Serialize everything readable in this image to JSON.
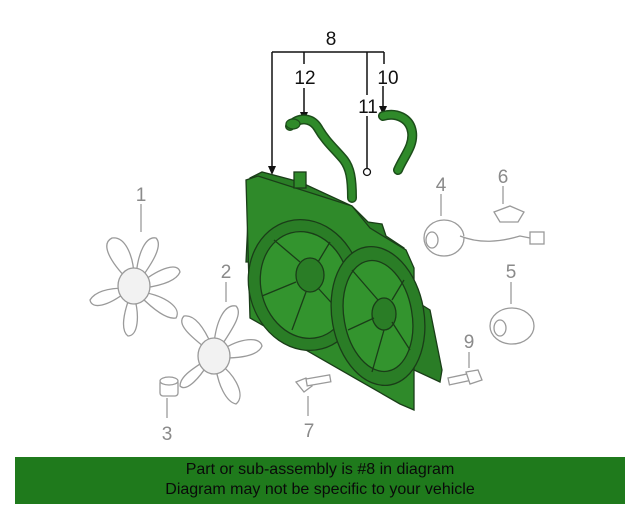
{
  "callouts": {
    "p1": "1",
    "p2": "2",
    "p3": "3",
    "p4": "4",
    "p5": "5",
    "p6": "6",
    "p7": "7",
    "p8": "8",
    "p9": "9",
    "p10": "10",
    "p11": "11",
    "p12": "12"
  },
  "banner": {
    "line1": "Part or sub-assembly is #8 in diagram",
    "line2": "Diagram may not be specific to your vehicle"
  },
  "colors": {
    "highlight": "#2f8a2a",
    "banner": "#1f7a1c",
    "part_gray": "#9a9a9a"
  }
}
